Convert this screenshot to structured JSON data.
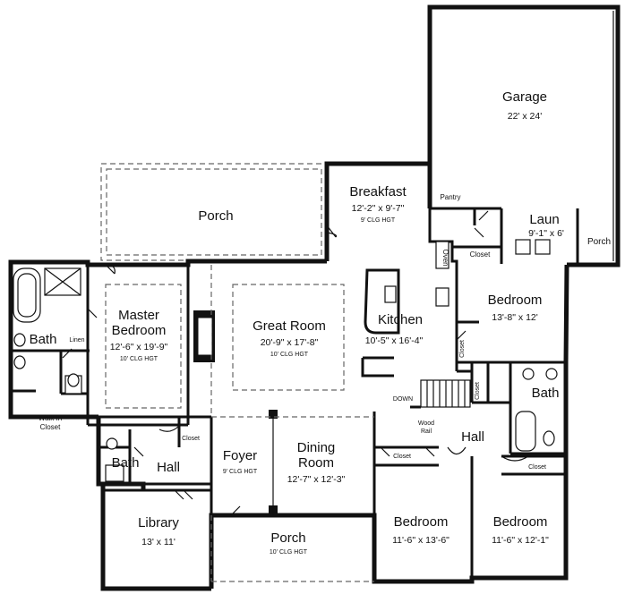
{
  "rooms": {
    "garage": {
      "name": "Garage",
      "dims": "22' x 24'"
    },
    "porch_rear": {
      "name": "Porch"
    },
    "breakfast": {
      "name": "Breakfast",
      "dims": "12'-2\" x 9'-7\"",
      "clg": "9' CLG HGT"
    },
    "pantry": {
      "name": "Pantry"
    },
    "laun": {
      "name": "Laun",
      "dims": "9'-1\" x 6'"
    },
    "porch_side": {
      "name": "Porch"
    },
    "oven": {
      "name": "Oven"
    },
    "closet_laun": {
      "name": "Closet"
    },
    "master": {
      "name1": "Master",
      "name2": "Bedroom",
      "dims": "12'-6\" x 19'-9\"",
      "clg": "10' CLG HGT"
    },
    "great_room": {
      "name": "Great Room",
      "dims": "20'-9\" x 17'-8\"",
      "clg": "10' CLG HGT"
    },
    "kitchen": {
      "name": "Kitchen",
      "dims": "10'-5\" x 16'-4\""
    },
    "bedroom_ne": {
      "name": "Bedroom",
      "dims": "13'-8\" x 12'"
    },
    "bath_master": {
      "name": "Bath"
    },
    "linen": {
      "name": "Linen"
    },
    "walkin": {
      "line1": "Walk In",
      "line2": "Closet"
    },
    "closet_ne": {
      "name": "Closet"
    },
    "closet_ne2": {
      "name": "Closet"
    },
    "bath_east": {
      "name": "Bath"
    },
    "down": {
      "name": "DOWN"
    },
    "wood_rail": {
      "line1": "Wood",
      "line2": "Rail"
    },
    "hall_center": {
      "name": "Hall"
    },
    "closet_hall_w": {
      "name": "Closet"
    },
    "bath_small": {
      "name": "Bath"
    },
    "hall_west": {
      "name": "Hall"
    },
    "foyer": {
      "name": "Foyer",
      "clg": "9' CLG HGT"
    },
    "dining": {
      "name1": "Dining",
      "name2": "Room",
      "dims": "12'-7\" x 12'-3\""
    },
    "closet_bed_sw": {
      "name": "Closet"
    },
    "closet_bed_se": {
      "name": "Closet"
    },
    "library": {
      "name": "Library",
      "dims": "13' x 11'"
    },
    "porch_front": {
      "name": "Porch",
      "clg": "10' CLG HGT"
    },
    "bedroom_s1": {
      "name": "Bedroom",
      "dims": "11'-6\" x 13'-6\""
    },
    "bedroom_s2": {
      "name": "Bedroom",
      "dims": "11'-6\" x 12'-1\""
    }
  }
}
